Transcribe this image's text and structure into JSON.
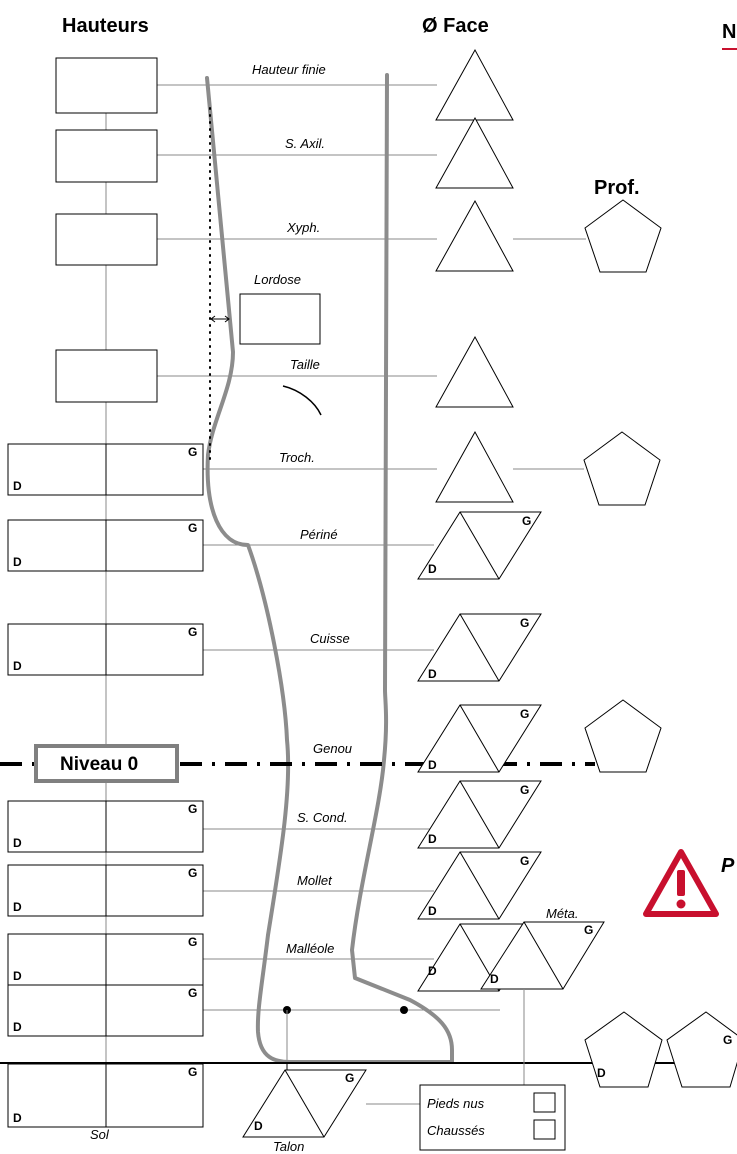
{
  "headers": {
    "heights": "Hauteurs",
    "face": "Ø Face",
    "depth": "Prof.",
    "cut_n": "N"
  },
  "measure_labels": {
    "finished_height": "Hauteur finie",
    "axil": "S. Axil.",
    "xyph": "Xyph.",
    "lordose": "Lordose",
    "waist": "Taille",
    "troch": "Troch.",
    "perineum": "Périné",
    "thigh": "Cuisse",
    "knee": "Genou",
    "s_cond": "S. Cond.",
    "calf": "Mollet",
    "malleolus": "Malléole",
    "meta": "Méta.",
    "heel": "Talon",
    "ground": "Sol"
  },
  "level_zero": "Niveau 0",
  "sides": {
    "left": "G",
    "right": "D"
  },
  "feet": {
    "barefoot": "Pieds nus",
    "shod": "Chaussés"
  },
  "warning": {
    "text_partial": "P",
    "color": "#c8102e"
  },
  "colors": {
    "accent": "#c8102e",
    "leg_outline": "#8c8c8c",
    "guide_lines": "#8a8a8a",
    "level_box_border": "#808080"
  }
}
